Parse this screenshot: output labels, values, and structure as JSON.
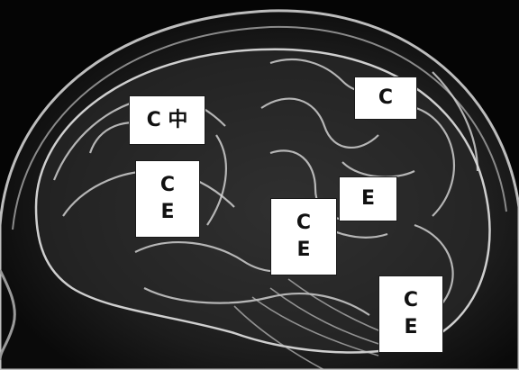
{
  "labels": [
    {
      "name": "label-c-zhong",
      "lines": [
        "C 中"
      ]
    },
    {
      "name": "label-c-top-right",
      "lines": [
        "C"
      ]
    },
    {
      "name": "label-ce-left",
      "lines": [
        "C",
        "E"
      ]
    },
    {
      "name": "label-e-middle-right",
      "lines": [
        "E"
      ]
    },
    {
      "name": "label-ce-center",
      "lines": [
        "C",
        "E"
      ]
    },
    {
      "name": "label-ce-bottom-right",
      "lines": [
        "C",
        "E"
      ]
    }
  ],
  "colors": {
    "background": "#050505",
    "brain_stroke": "#d9d9d9",
    "label_fill": "#ffffff",
    "label_text": "#111111"
  }
}
